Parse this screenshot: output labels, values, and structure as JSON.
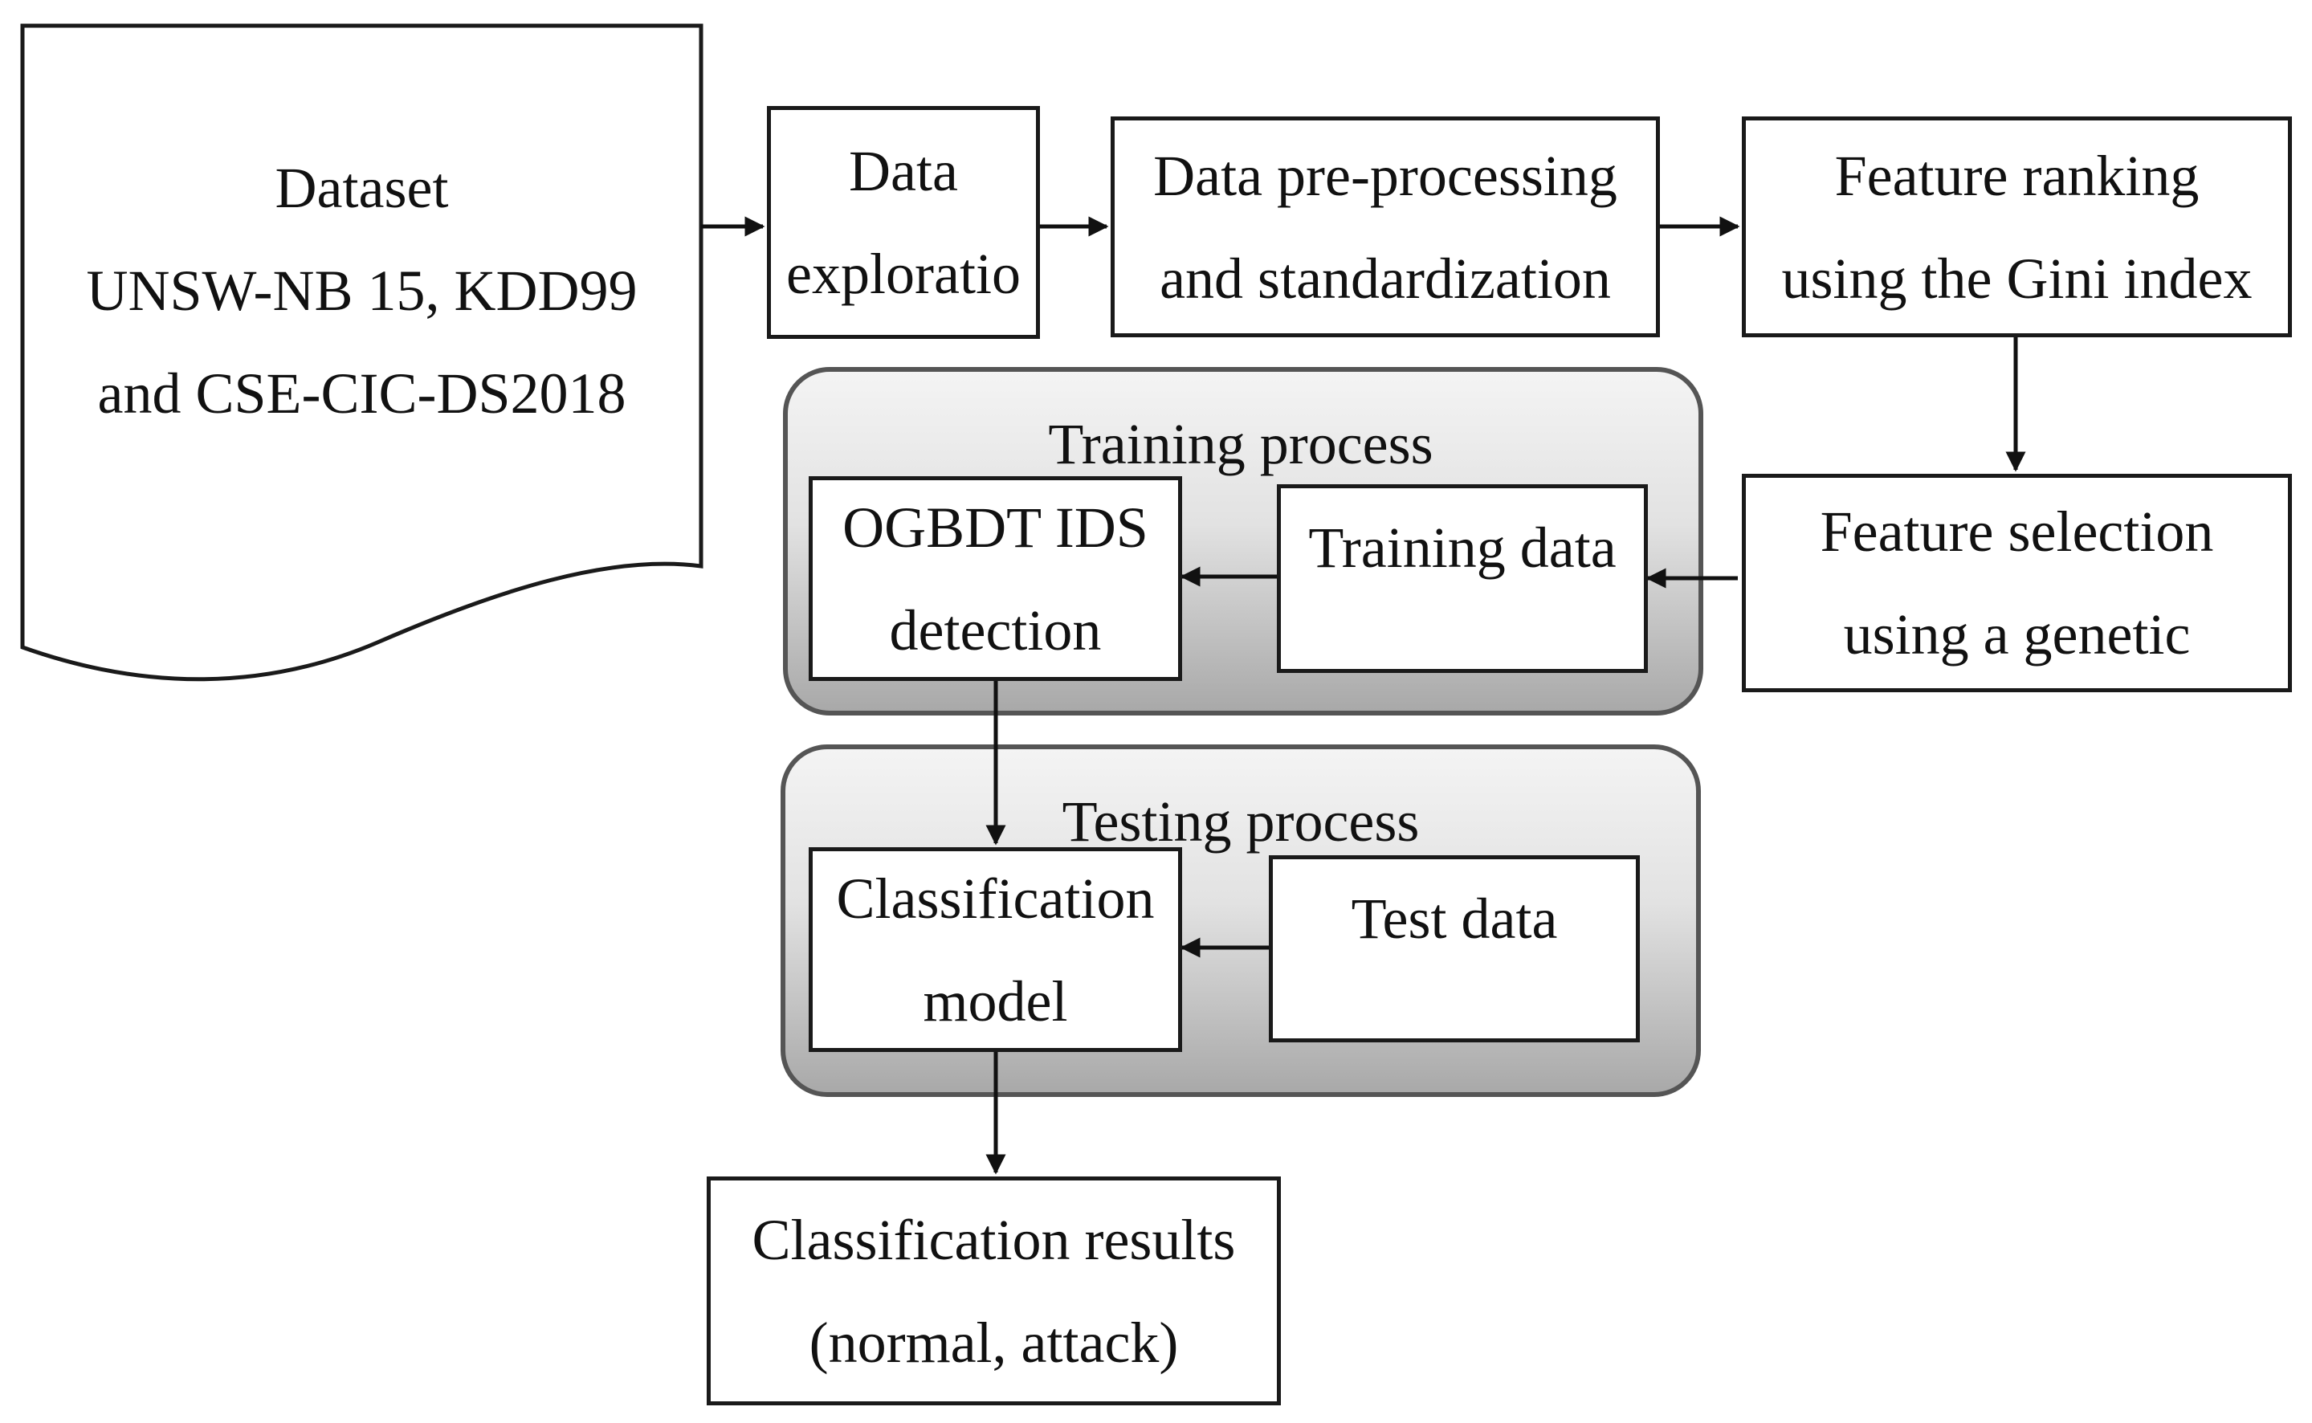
{
  "dataset": {
    "lines": [
      "Dataset",
      "UNSW-NB 15, KDD99",
      "and CSE-CIC-DS2018"
    ]
  },
  "exploration": {
    "lines": [
      "Data",
      "exploratio"
    ]
  },
  "preprocessing": {
    "lines": [
      "Data pre-processing",
      "and standardization"
    ]
  },
  "ranking": {
    "lines": [
      "Feature ranking",
      "using the Gini index"
    ]
  },
  "selection": {
    "lines": [
      "Feature selection",
      "using a genetic"
    ]
  },
  "training_group": {
    "title": "Training process"
  },
  "training_data": {
    "lines": [
      "Training data"
    ]
  },
  "ogbdt": {
    "lines": [
      "OGBDT IDS",
      "detection"
    ]
  },
  "testing_group": {
    "title": "Testing process"
  },
  "test_data": {
    "lines": [
      "Test data"
    ]
  },
  "classification_model": {
    "lines": [
      "Classification",
      "model"
    ]
  },
  "results": {
    "lines": [
      "Classification results",
      "(normal, attack)"
    ]
  }
}
